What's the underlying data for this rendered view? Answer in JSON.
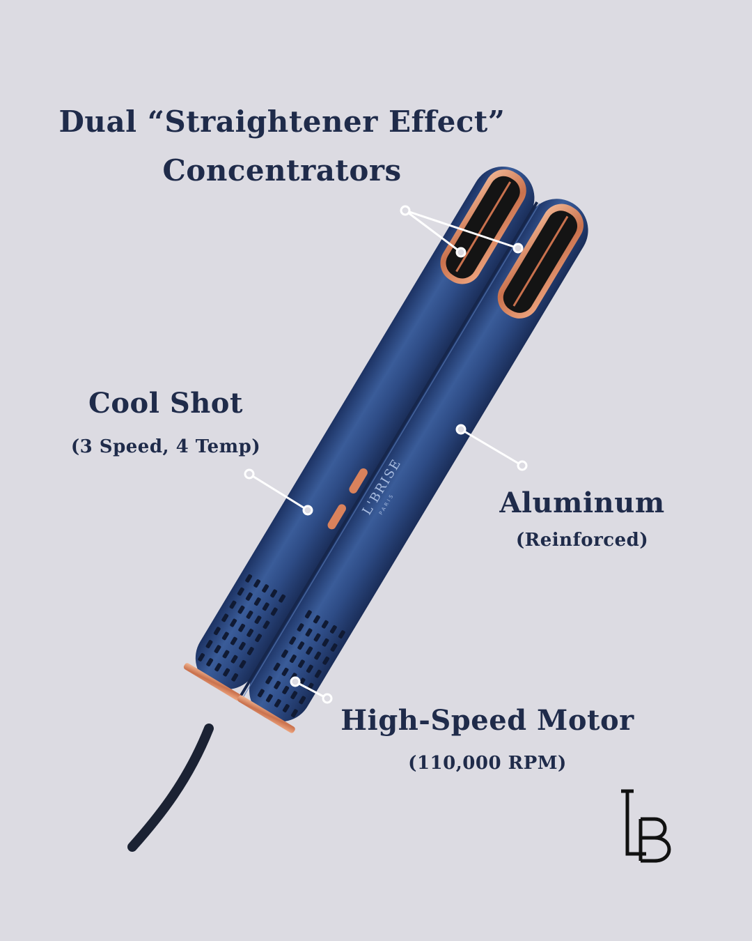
{
  "callouts": {
    "concentrators": {
      "line1": "Dual “Straightener Effect”",
      "line2": "Concentrators"
    },
    "cool_shot": {
      "title": "Cool Shot",
      "subtitle": "(3 Speed, 4 Temp)"
    },
    "aluminum": {
      "title": "Aluminum",
      "subtitle": "(Reinforced)"
    },
    "motor": {
      "title": "High-Speed Motor",
      "subtitle": "(110,000 RPM)"
    }
  },
  "product": {
    "brand_mark": "L'BRISE",
    "brand_sub": "PARIS"
  },
  "logo": {
    "text": "LB"
  },
  "colors": {
    "background": "#dcdbe2",
    "text": "#1f2b4a",
    "body": "#2f4d85",
    "accent": "#d9825c"
  }
}
